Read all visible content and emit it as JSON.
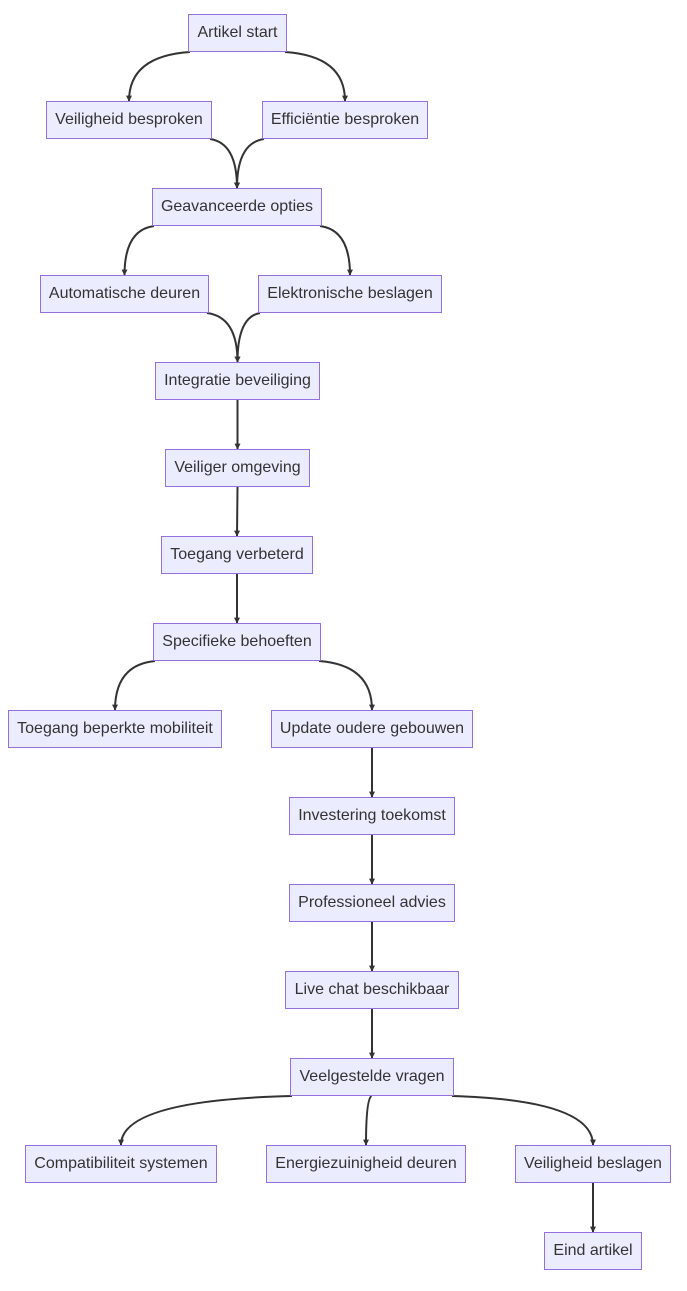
{
  "diagram": {
    "type": "flowchart",
    "colors": {
      "node_fill": "#ececff",
      "node_border": "#9370db",
      "text": "#333333",
      "edge": "#333333"
    },
    "nodes": {
      "start": "Artikel start",
      "safety": "Veiligheid besproken",
      "efficiency": "Efficiëntie besproken",
      "advanced": "Geavanceerde opties",
      "auto_doors": "Automatische deuren",
      "electronic_locks": "Elektronische beslagen",
      "security_integration": "Integratie beveiliging",
      "safer_environment": "Veiliger omgeving",
      "access_improved": "Toegang verbeterd",
      "specific_needs": "Specifieke behoeften",
      "limited_mobility": "Toegang beperkte mobiliteit",
      "old_buildings": "Update oudere gebouwen",
      "future_investment": "Investering toekomst",
      "professional_advice": "Professioneel advies",
      "live_chat": "Live chat beschikbaar",
      "faq": "Veelgestelde vragen",
      "compatibility": "Compatibiliteit systemen",
      "energy_efficiency": "Energiezuinigheid deuren",
      "lock_safety": "Veiligheid beslagen",
      "end": "Eind artikel"
    },
    "edges": [
      [
        "start",
        "safety"
      ],
      [
        "start",
        "efficiency"
      ],
      [
        "safety",
        "advanced"
      ],
      [
        "efficiency",
        "advanced"
      ],
      [
        "advanced",
        "auto_doors"
      ],
      [
        "advanced",
        "electronic_locks"
      ],
      [
        "auto_doors",
        "security_integration"
      ],
      [
        "electronic_locks",
        "security_integration"
      ],
      [
        "security_integration",
        "safer_environment"
      ],
      [
        "safer_environment",
        "access_improved"
      ],
      [
        "access_improved",
        "specific_needs"
      ],
      [
        "specific_needs",
        "limited_mobility"
      ],
      [
        "specific_needs",
        "old_buildings"
      ],
      [
        "old_buildings",
        "future_investment"
      ],
      [
        "future_investment",
        "professional_advice"
      ],
      [
        "professional_advice",
        "live_chat"
      ],
      [
        "live_chat",
        "faq"
      ],
      [
        "faq",
        "compatibility"
      ],
      [
        "faq",
        "energy_efficiency"
      ],
      [
        "faq",
        "lock_safety"
      ],
      [
        "lock_safety",
        "end"
      ]
    ]
  }
}
